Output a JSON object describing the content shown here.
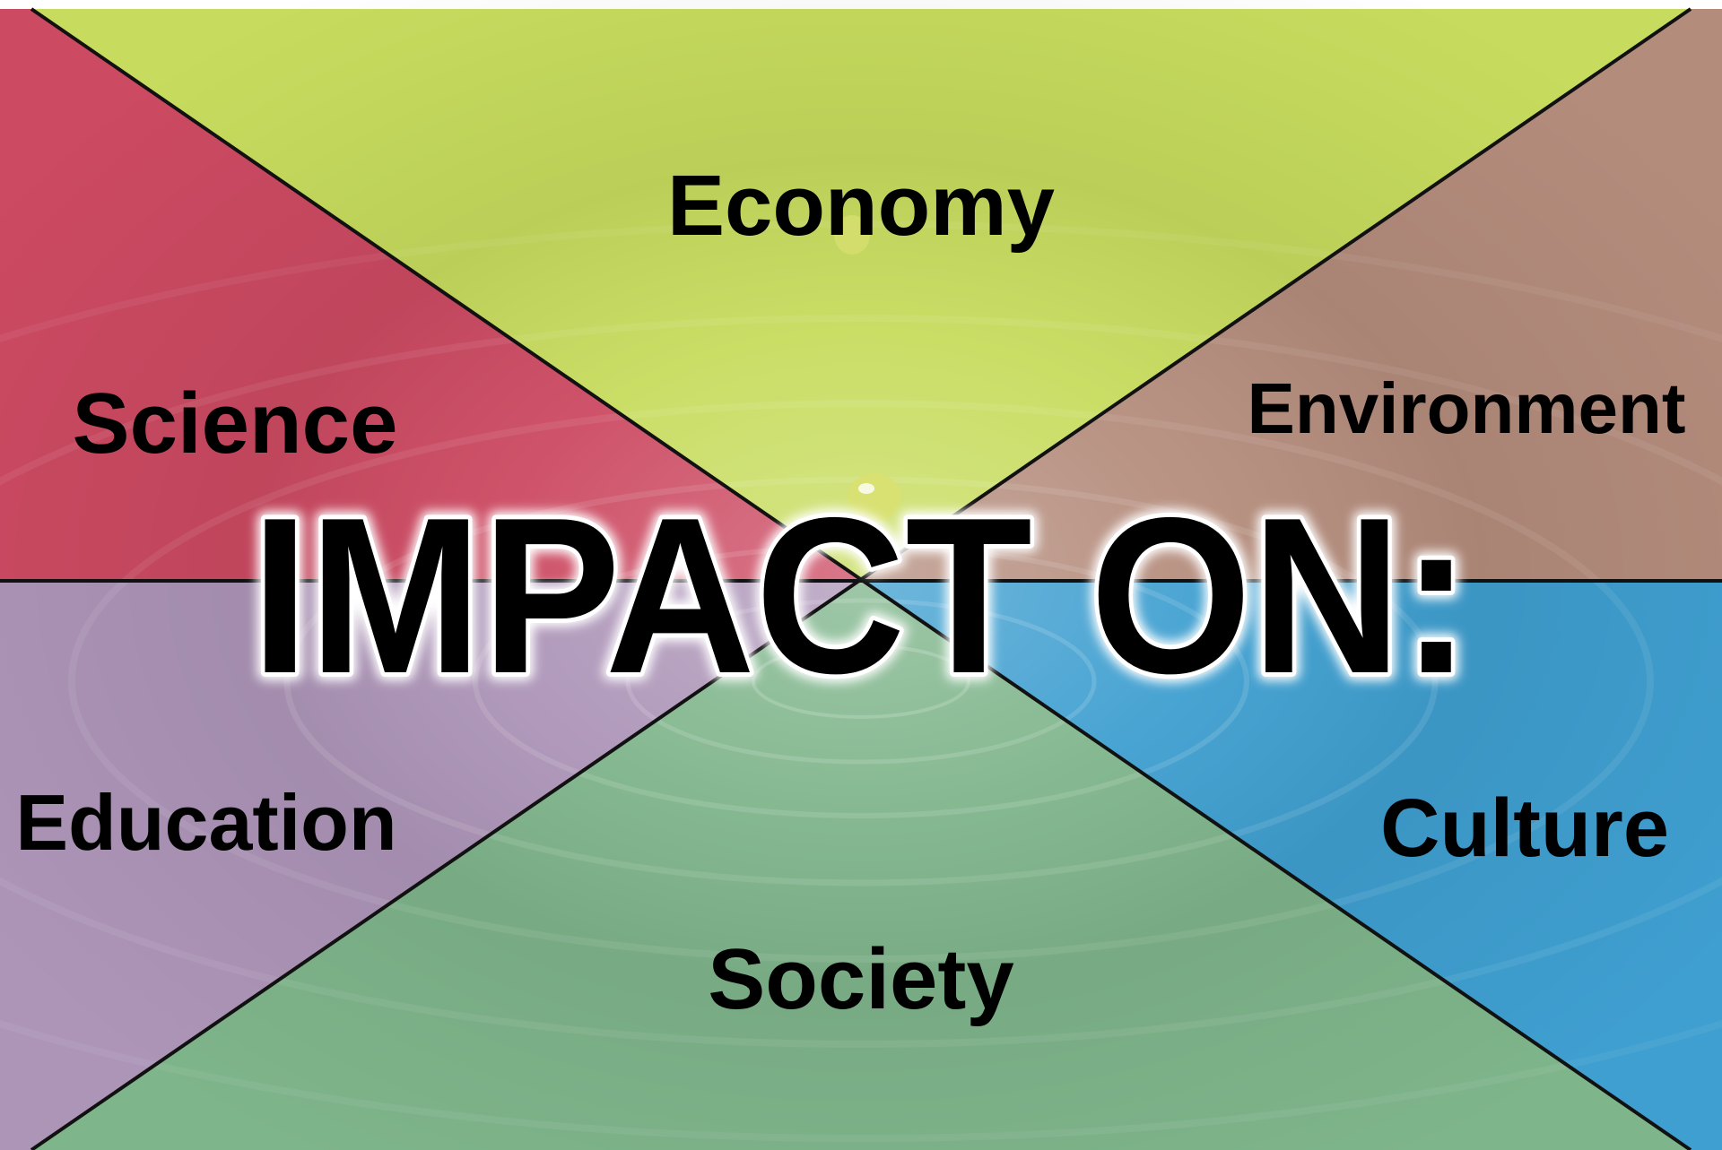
{
  "headline": "IMPACT ON:",
  "sectors": [
    {
      "id": "economy",
      "label": "Economy",
      "color": "#c7dc5e"
    },
    {
      "id": "science",
      "label": "Science",
      "color": "#cc4a62"
    },
    {
      "id": "environment",
      "label": "Environment",
      "color": "#b48c7c"
    },
    {
      "id": "education",
      "label": "Education",
      "color": "#ad95b8"
    },
    {
      "id": "culture",
      "label": "Culture",
      "color": "#3f9fd0"
    },
    {
      "id": "society",
      "label": "Society",
      "color": "#7fb58b"
    }
  ],
  "colors": {
    "divider": "#111111",
    "center_droplet": "#d9e070",
    "headline_glow": "#ffffff"
  }
}
